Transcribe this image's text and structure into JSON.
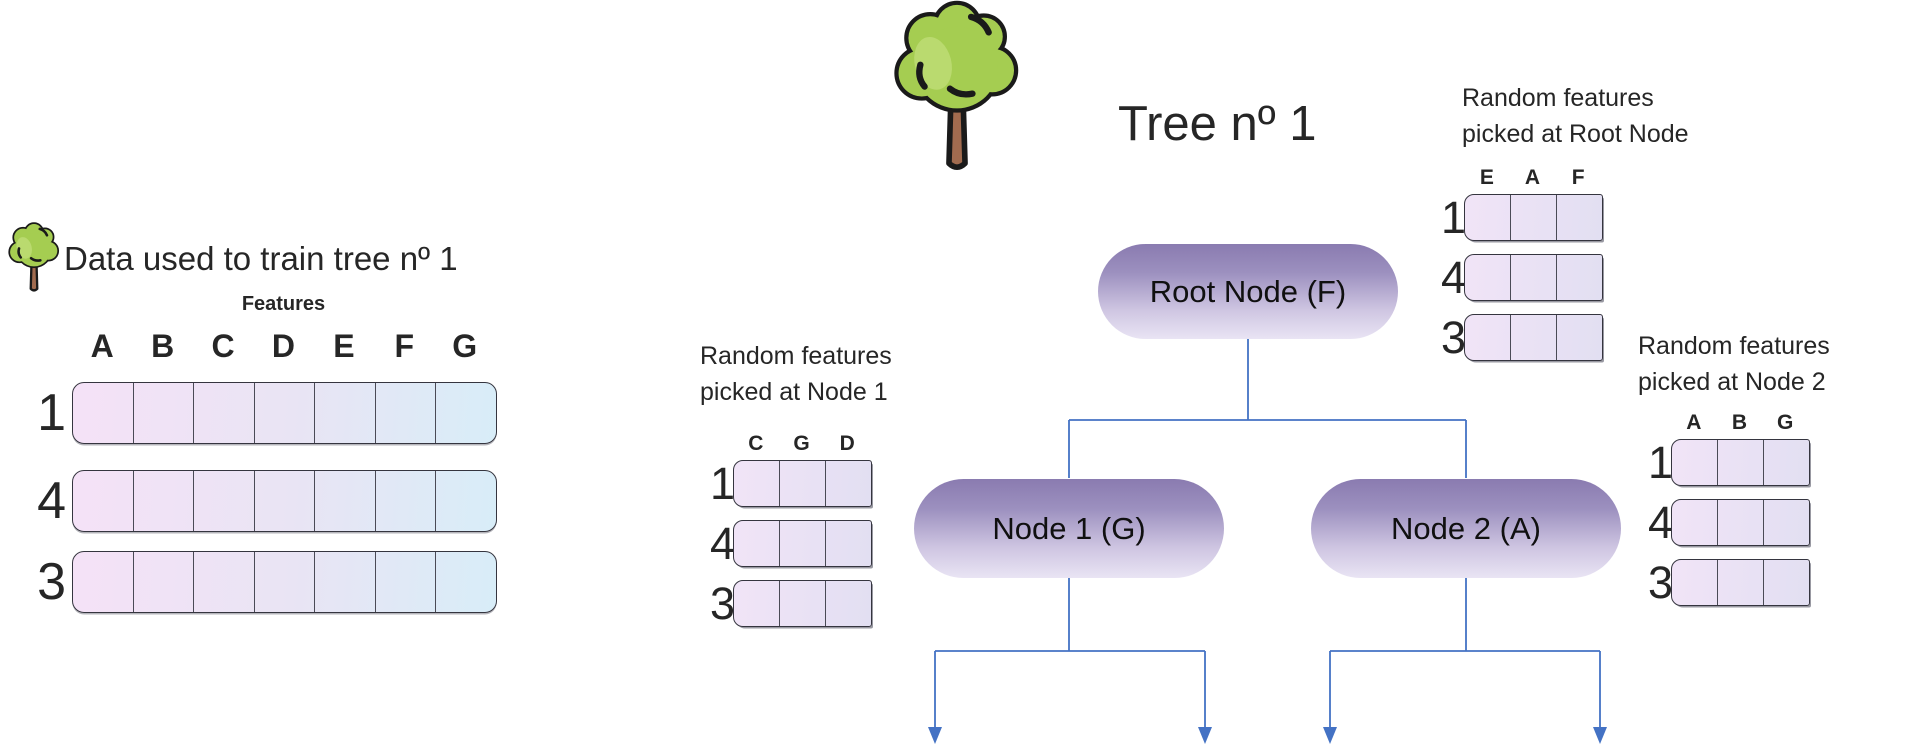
{
  "left_panel": {
    "title": "Data used to train tree nº 1",
    "features_label": "Features",
    "columns": [
      "A",
      "B",
      "C",
      "D",
      "E",
      "F",
      "G"
    ],
    "rows": [
      "1",
      "4",
      "3"
    ]
  },
  "tree": {
    "title": "Tree nº 1",
    "root_label": "Root Node (F)",
    "node1_label": "Node 1 (G)",
    "node2_label": "Node 2 (A)"
  },
  "mini_tables": {
    "root": {
      "title_line1": "Random features",
      "title_line2": "picked at Root Node",
      "columns": [
        "E",
        "A",
        "F"
      ],
      "rows": [
        "1",
        "4",
        "3"
      ]
    },
    "node1": {
      "title_line1": "Random features",
      "title_line2": "picked at Node 1",
      "columns": [
        "C",
        "G",
        "D"
      ],
      "rows": [
        "1",
        "4",
        "3"
      ]
    },
    "node2": {
      "title_line1": "Random features",
      "title_line2": "picked at Node 2",
      "columns": [
        "A",
        "B",
        "G"
      ],
      "rows": [
        "1",
        "4",
        "3"
      ]
    }
  },
  "icons": {
    "left": "tree-icon",
    "center": "tree-icon",
    "branch_arrows": "arrow-down-icon"
  },
  "colors": {
    "connector": "#4472c4",
    "ink": "#262626",
    "pill_top": "#8a7bb0",
    "pill_mid": "#9c90bf",
    "pill_low": "#cfc6e2",
    "pill_bottom": "#e9e4f4",
    "row_a": "#f5e2f7",
    "row_b": "#e9e4f4",
    "row_c": "#d8edf8",
    "mini_a": "#f1e4f7",
    "mini_b": "#e2dff2",
    "leaf": "#a5cd51",
    "leaf_light": "#bada6f",
    "trunk": "#a16b4f",
    "outline": "#1a1a1a"
  }
}
